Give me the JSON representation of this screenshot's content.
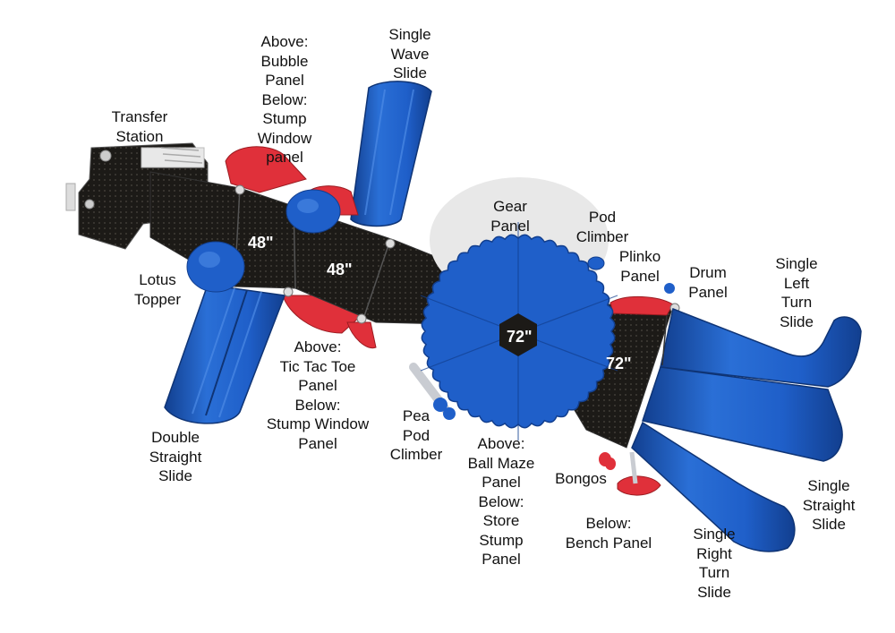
{
  "colors": {
    "blue": "#1f5fc9",
    "blue_dark": "#123f8f",
    "blue_light": "#4d8be6",
    "deck": "#1c1a17",
    "red": "#e0303a",
    "gray": "#d9d9d9"
  },
  "labels": {
    "transfer_station": "Transfer\nStation",
    "bubble_panel": "Above:\nBubble\nPanel\nBelow:\nStump\nWindow\npanel",
    "single_wave_slide": "Single\nWave\nSlide",
    "gear_panel": "Gear\nPanel",
    "pod_climber": "Pod\nClimber",
    "plinko_panel": "Plinko\nPanel",
    "drum_panel": "Drum\nPanel",
    "single_left_turn_slide": "Single\nLeft\nTurn\nSlide",
    "lotus_topper": "Lotus\nTopper",
    "tic_tac_toe_panel": "Above:\nTic Tac Toe\nPanel\nBelow:\nStump Window\nPanel",
    "pea_pod_climber": "Pea\nPod\nClimber",
    "ball_maze_panel": "Above:\nBall Maze\nPanel\nBelow:\nStore\nStump\nPanel",
    "bongos": "Bongos",
    "bench_panel": "Below:\nBench Panel",
    "double_straight_slide": "Double\nStraight\nSlide",
    "single_straight_slide": "Single\nStraight\nSlide",
    "single_right_turn_slide": "Single\nRight\nTurn\nSlide"
  },
  "deck_sizes": {
    "deck_1": "48\"",
    "deck_2": "48\"",
    "gear_deck": "72\"",
    "right_deck": "72\""
  }
}
